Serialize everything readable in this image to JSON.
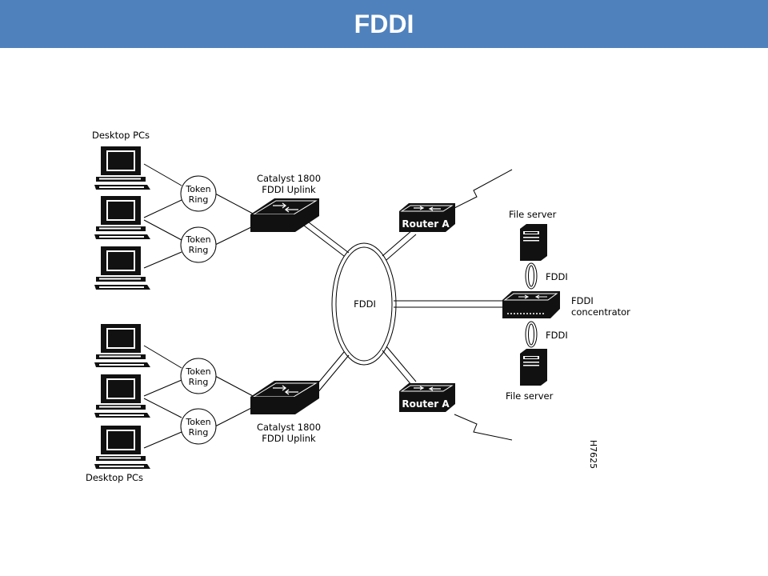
{
  "slide": {
    "title": "FDDI"
  },
  "diagram": {
    "desktop_label_top": "Desktop PCs",
    "desktop_label_bottom": "Desktop PCs",
    "token_ring_line1": "Token",
    "token_ring_line2": "Ring",
    "catalyst_line1": "Catalyst 1800",
    "catalyst_line2": "FDDI Uplink",
    "fddi_ring": "FDDI",
    "router_label": "Router A",
    "file_server": "File server",
    "fddi_link": "FDDI",
    "concentrator_line1": "FDDI",
    "concentrator_line2": "concentrator",
    "figure_id": "H7625"
  },
  "colors": {
    "title_bar": "#4f81bd",
    "title_text": "#ffffff"
  }
}
